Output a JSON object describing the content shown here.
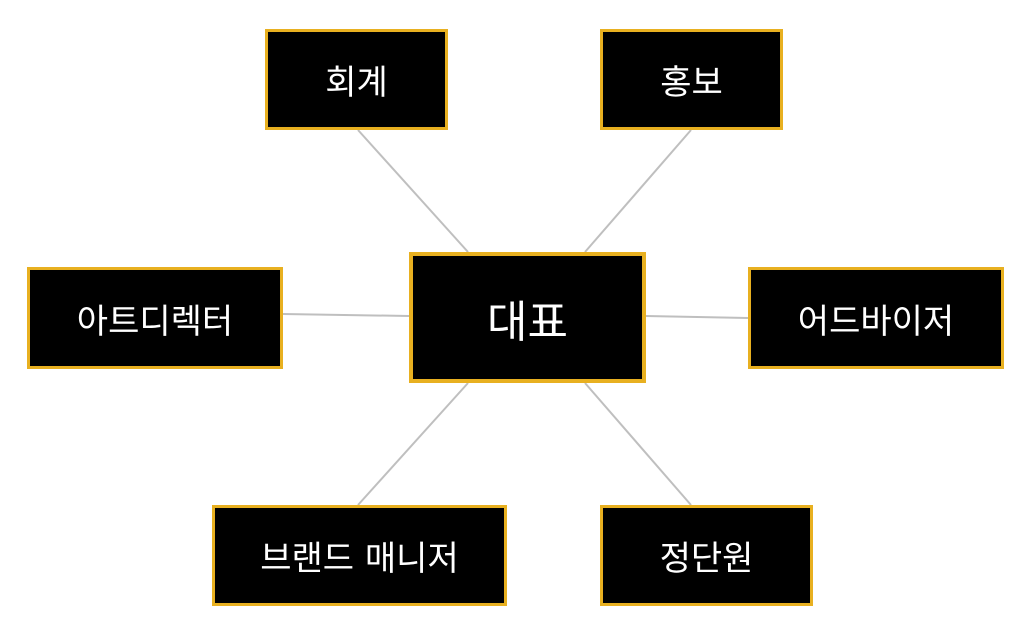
{
  "diagram": {
    "center": {
      "label": "대표"
    },
    "nodes": [
      {
        "id": "accounting",
        "label": "회계"
      },
      {
        "id": "pr",
        "label": "홍보"
      },
      {
        "id": "art",
        "label": "아트디렉터"
      },
      {
        "id": "advisor",
        "label": "어드바이저"
      },
      {
        "id": "brand",
        "label": "브랜드 매니저"
      },
      {
        "id": "member",
        "label": "정단원"
      }
    ]
  },
  "colors": {
    "background": "#ffffff",
    "node_fill": "#000000",
    "node_border": "#e8b020",
    "node_text": "#ffffff",
    "connector": "#bfbfbf"
  }
}
